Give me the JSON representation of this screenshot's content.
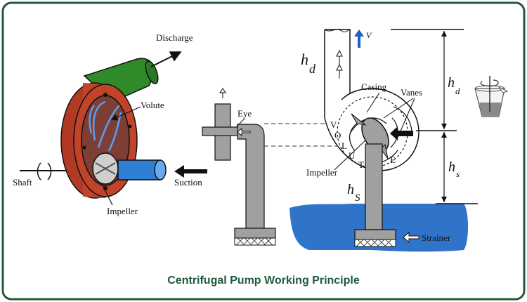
{
  "title": "Centrifugal Pump Working Principle",
  "colors": {
    "border": "#1f5a3c",
    "caption": "#1f5a3c",
    "water": "#2f74c9",
    "casing_red": "#c0432a",
    "discharge_green": "#2f8a2a",
    "suction_blue": "#2f7fd6",
    "pipe_gray": "#999999",
    "arrow_blue": "#1f5fbf"
  },
  "labels": {
    "discharge": "Discharge",
    "volute": "Volute",
    "shaft": "Shaft",
    "suction": "Suction",
    "impeller_left": "Impeller",
    "eye": "Eye",
    "casing": "Casing",
    "vanes": "Vanes",
    "impeller_right": "Impeller",
    "strainer": "Strainer",
    "v": "V",
    "hd_pipe": "h",
    "hd_pipe_sub": "d",
    "hd_dim": "h",
    "hd_dim_sub": "d",
    "hs_dim": "h",
    "hs_dim_sub": "s",
    "hs_water": "h",
    "hs_water_sub": "S",
    "volute_letters": [
      "V",
      "O",
      "L",
      "U",
      "T",
      "E"
    ]
  }
}
